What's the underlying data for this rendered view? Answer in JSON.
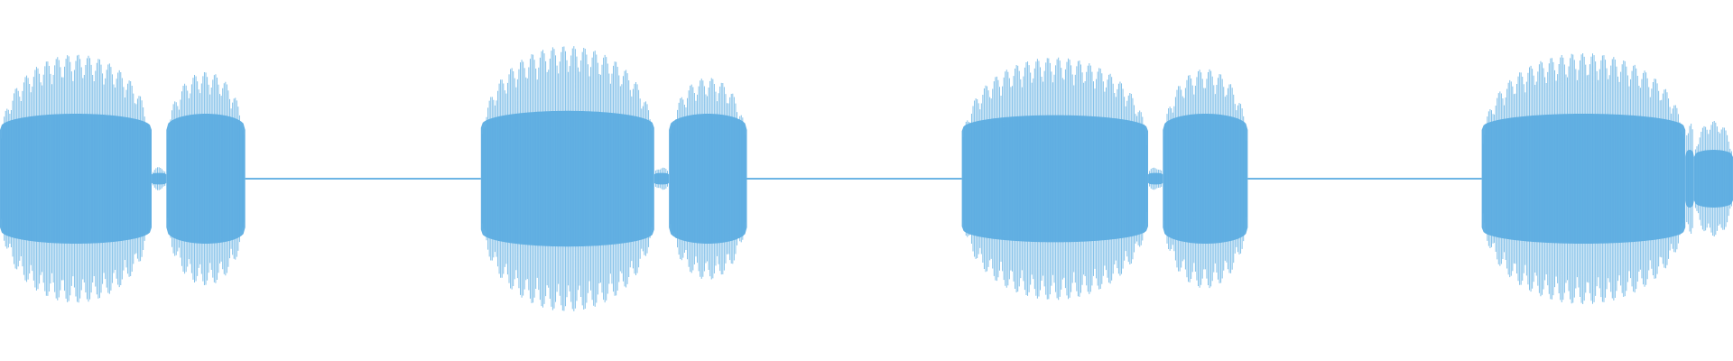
{
  "waveform": {
    "color": "#5DADE2",
    "background": "#ffffff",
    "segments": [
      {
        "start": 0.0,
        "end": 0.175,
        "amp": 0.86,
        "core": 0.45
      },
      {
        "start": 0.175,
        "end": 0.192,
        "amp": 0.08,
        "core": 0.04
      },
      {
        "start": 0.192,
        "end": 0.283,
        "amp": 0.74,
        "core": 0.45
      },
      {
        "start": 0.283,
        "end": 0.555,
        "amp": 0.03,
        "core": 0.01
      },
      {
        "start": 0.555,
        "end": 0.755,
        "amp": 0.92,
        "core": 0.47
      },
      {
        "start": 0.755,
        "end": 0.772,
        "amp": 0.08,
        "core": 0.04
      },
      {
        "start": 0.772,
        "end": 0.862,
        "amp": 0.7,
        "core": 0.45
      },
      {
        "start": 0.862,
        "end": 1.11,
        "amp": 0.03,
        "core": 0.01
      },
      {
        "start": 1.11,
        "end": 1.325,
        "amp": 0.84,
        "core": 0.44
      },
      {
        "start": 1.325,
        "end": 1.342,
        "amp": 0.08,
        "core": 0.04
      },
      {
        "start": 1.342,
        "end": 1.44,
        "amp": 0.76,
        "core": 0.45
      },
      {
        "start": 1.44,
        "end": 1.71,
        "amp": 0.03,
        "core": 0.01
      },
      {
        "start": 1.71,
        "end": 1.945,
        "amp": 0.87,
        "core": 0.45
      },
      {
        "start": 1.945,
        "end": 1.955,
        "amp": 0.42,
        "core": 0.2
      },
      {
        "start": 1.955,
        "end": 2.0,
        "amp": 0.4,
        "core": 0.2
      }
    ]
  }
}
